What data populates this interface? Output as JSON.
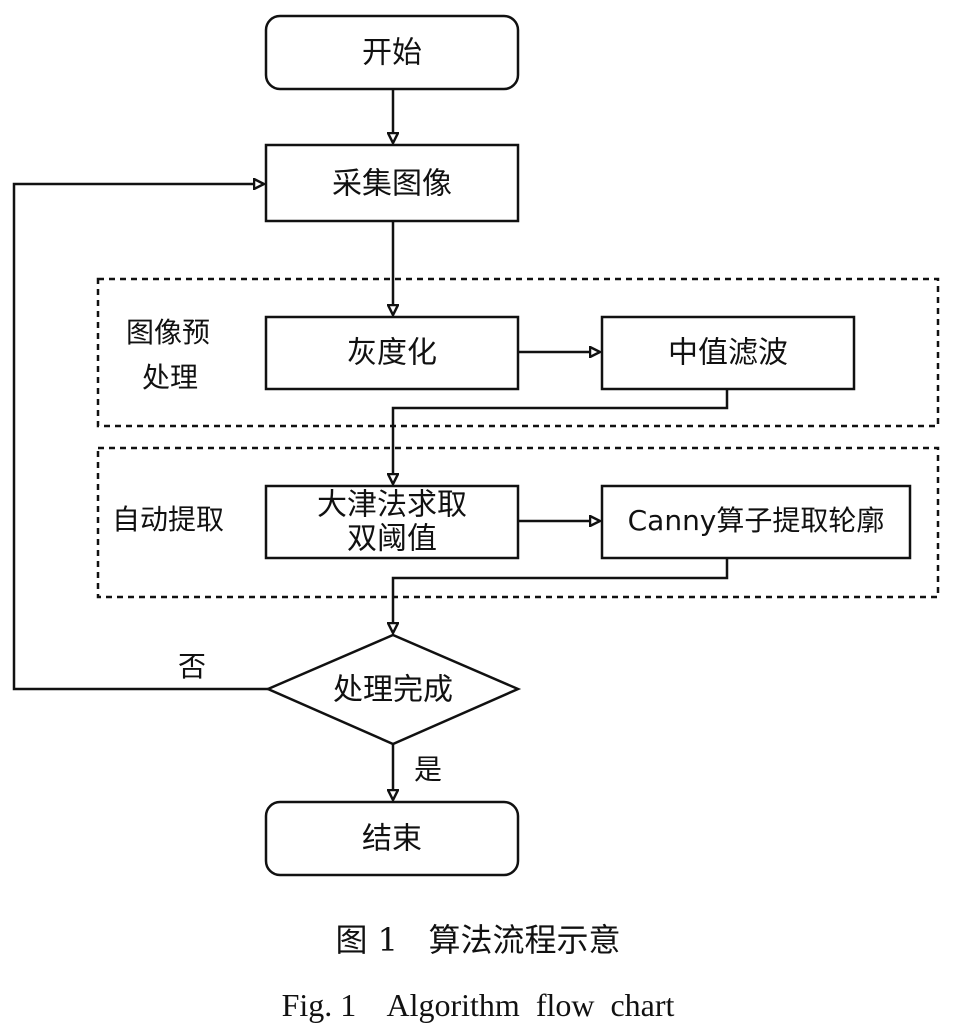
{
  "nodes": {
    "start": "开始",
    "capture": "采集图像",
    "gray": "灰度化",
    "median": "中值滤波",
    "otsu_line1": "大津法求取",
    "otsu_line2": "双阈值",
    "canny": "Canny算子提取轮廓",
    "decision": "处理完成",
    "end": "结束"
  },
  "groups": {
    "preprocess_line1": "图像预",
    "preprocess_line2": "处理",
    "auto_extract": "自动提取"
  },
  "edges": {
    "no": "否",
    "yes": "是"
  },
  "caption": {
    "cn": "图 1   算法流程示意",
    "en": "Fig. 1    Algorithm  flow  chart"
  }
}
